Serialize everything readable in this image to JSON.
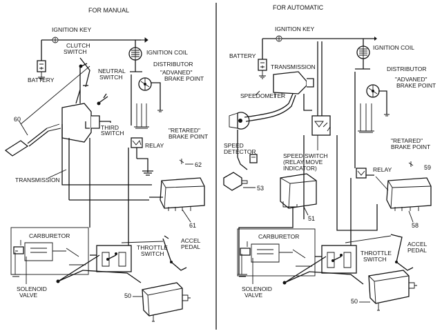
{
  "titles": {
    "manual": "FOR MANUAL",
    "automatic": "FOR AUTOMATIC"
  },
  "left": {
    "ignition_key": "IGNITION KEY",
    "clutch_switch": [
      "CLUTCH",
      "SWITCH"
    ],
    "battery": "BATTERY",
    "ignition_coil": "IGNITION COIL",
    "distributor": "DISTRIBUTOR",
    "advaned_brake_point": [
      "\"ADVANED\"",
      "BRAKE POINT"
    ],
    "neutral_switch": [
      "NEUTRAL",
      "SWITCH"
    ],
    "third_switch": [
      "THIRD",
      "SWITCH"
    ],
    "retared_brake_point": [
      "\"RETARED\"",
      "BRAKE POINT"
    ],
    "relay": "RELAY",
    "transmission": "TRANSMISSION",
    "carburetor": "CARBURETOR",
    "throttle_switch": [
      "THROTTLE",
      "SWITCH"
    ],
    "accel_pedal": [
      "ACCEL",
      "PEDAL"
    ],
    "solenoid_valve": [
      "SOLENOID",
      "VALVE"
    ],
    "refs": {
      "r60": "60",
      "r62": "62",
      "r61": "61",
      "r50": "50"
    }
  },
  "right": {
    "ignition_key": "IGNITION KEY",
    "ignition_coil": "IGNITION COIL",
    "battery": "BATTERY",
    "transmission": "TRANSMISSION",
    "distributor": "DISTRIBUTOR",
    "advaned_brake_point": [
      "\"ADVANED\"",
      "BRAKE POINT"
    ],
    "speedometer": "SPEEDOMETER",
    "retared_brake_point": [
      "\"RETARED\"",
      "BRAKE POINT"
    ],
    "speed_switch": [
      "SPEED SWITCH",
      "(RELAY MOVE",
      "INDICATOR)"
    ],
    "speed_detector": [
      "SPEED",
      "DETECTOR"
    ],
    "relay": "RELAY",
    "carburetor": "CARBURETOR",
    "throttle_switch": [
      "THROTTLE",
      "SWITCH"
    ],
    "accel_pedal": [
      "ACCEL",
      "PEDAL"
    ],
    "solenoid_valve": [
      "SOLENOID",
      "VALVE"
    ],
    "refs": {
      "r53": "53",
      "r51": "51",
      "r59": "59",
      "r58": "58",
      "r50": "50"
    }
  }
}
